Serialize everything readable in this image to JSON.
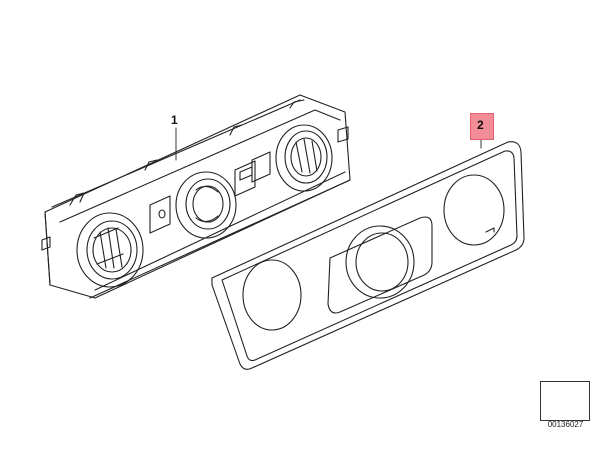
{
  "callouts": {
    "part_1": "1",
    "part_2": "2"
  },
  "highlight_color": "#f28c96",
  "reference_number": "00136027"
}
